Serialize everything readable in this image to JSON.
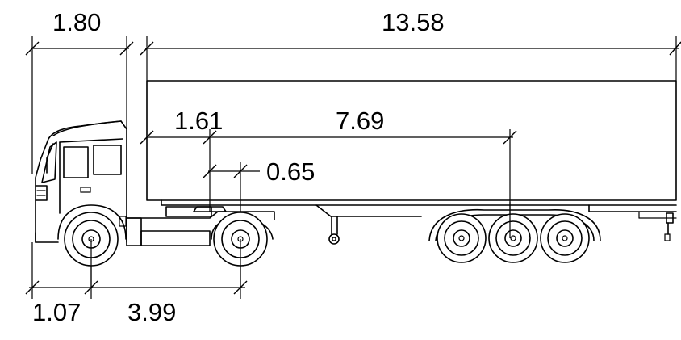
{
  "dimensions": {
    "cab_length": "1.80",
    "trailer_length": "13.58",
    "kingpin_offset": "1.61",
    "kingpin_to_axle": "7.69",
    "fifth_wheel_offset": "0.65",
    "front_overhang": "1.07",
    "wheelbase": "3.99"
  },
  "colors": {
    "line": "#000000",
    "background": "#ffffff"
  }
}
